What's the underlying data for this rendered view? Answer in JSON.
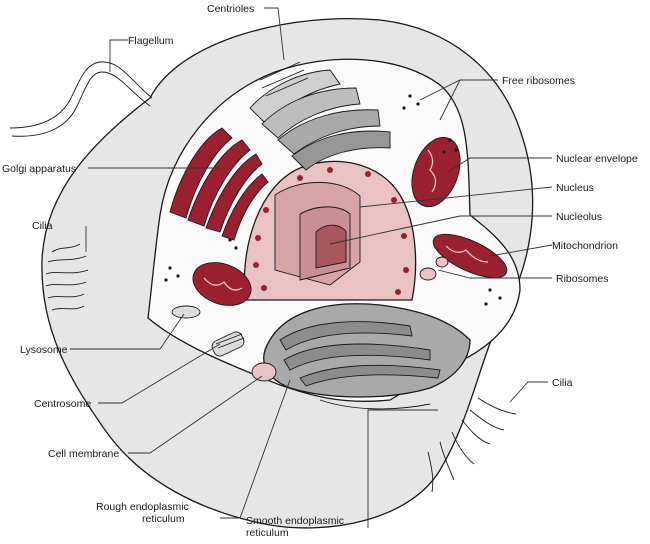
{
  "labels": {
    "centrioles": "Centrioles",
    "flagellum": "Flagellum",
    "free_ribosomes": "Free ribosomes",
    "nuclear_envelope": "Nuclear envelope",
    "golgi_apparatus": "Golgi apparatus",
    "nucleus": "Nucleus",
    "nucleolus": "Nucleolus",
    "cilia_left": "Cilia",
    "mitochondrion": "Mitochondrion",
    "ribosomes": "Ribosomes",
    "lysosome": "Lysosome",
    "cilia_right": "Cilia",
    "centrosome": "Centrosome",
    "cell_membrane": "Cell membrane",
    "rough_er_line1": "Rough endoplasmic",
    "rough_er_line2": "reticulum",
    "smooth_er_line1": "Smooth endoplasmic",
    "smooth_er_line2": "reticulum"
  },
  "colors": {
    "cell_body": "#e6e6e6",
    "cytoplasm": "#fafafa",
    "organelle_red": "#9b2030",
    "nucleus_pink": "#e9c3c3",
    "nucleus_inner": "#c98f92",
    "er_gray": "#a9a9a9"
  }
}
